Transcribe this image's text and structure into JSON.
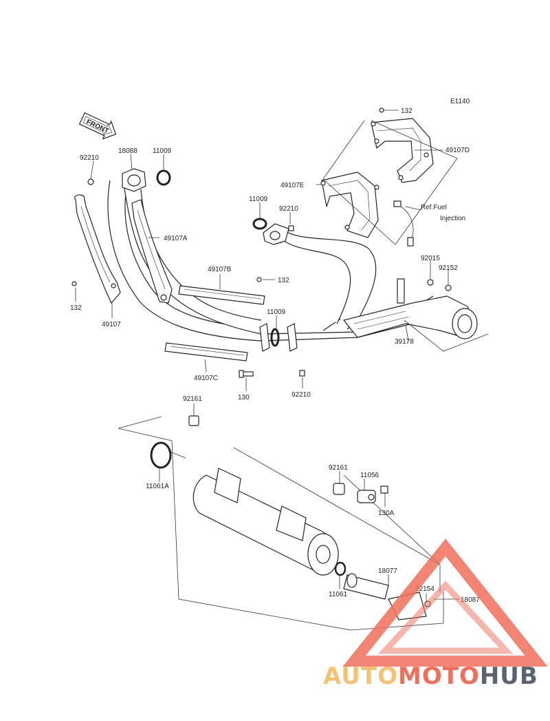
{
  "diagram_code": "E1140",
  "front_label": "FRONT",
  "parts": {
    "p132_top": "132",
    "p49107D": "49107D",
    "p49107E": "49107E",
    "p92210_a": "92210",
    "p18088": "18088",
    "p11009_a": "11009",
    "p11009_b": "11009",
    "p92210_b": "92210",
    "p49107A": "49107A",
    "p49107B": "49107B",
    "p132_mid": "132",
    "p132_left": "132",
    "p49107": "49107",
    "p11009_c": "11009",
    "p49107C": "49107C",
    "p130": "130",
    "p92210_c": "92210",
    "p92015": "92015",
    "p92152": "92152",
    "p39178": "39178",
    "p92161_a": "92161",
    "p11061A": "11061A",
    "p92161_b": "92161",
    "p11056": "11056",
    "p130A": "130A",
    "p18077": "18077",
    "p92154": "92154",
    "p18087": "18087",
    "p11061": "11061"
  },
  "ref_note": {
    "line1": "Ref.Fuel",
    "line2": "Injection"
  },
  "watermark": {
    "part1": "AUTO",
    "part2": "MOTO",
    "part3": "HUB",
    "colors": {
      "part1": "#f4c272",
      "part2": "#ef6f5a",
      "part3": "#5a6470"
    }
  }
}
